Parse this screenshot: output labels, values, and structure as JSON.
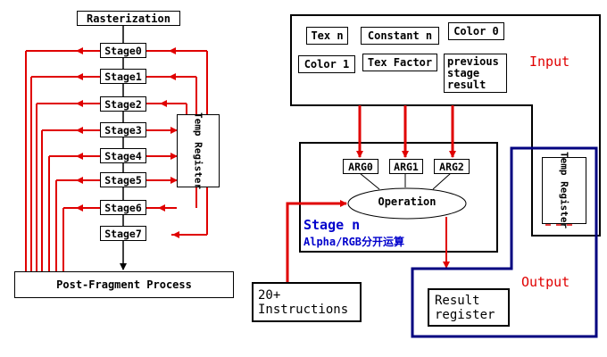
{
  "left": {
    "top_label": "Rasterization",
    "stages": [
      "Stage0",
      "Stage1",
      "Stage2",
      "Stage3",
      "Stage4",
      "Stage5",
      "Stage6",
      "Stage7"
    ],
    "temp_register": "Temp Register",
    "bottom_label": "Post-Fragment Process"
  },
  "right": {
    "inputs": {
      "tex_n": "Tex n",
      "constant_n": "Constant n",
      "color0": "Color 0",
      "color1": "Color 1",
      "tex_factor": "Tex Factor",
      "previous": [
        "previous",
        "stage",
        "result"
      ]
    },
    "input_label": "Input",
    "args": [
      "ARG0",
      "ARG1",
      "ARG2"
    ],
    "operation": "Operation",
    "stage_title": "Stage n",
    "stage_subtitle": "Alpha/RGB分开运算",
    "instructions": [
      "20+",
      "Instructions"
    ],
    "temp_register": "Temp Register",
    "result": [
      "Result",
      "register"
    ],
    "output_label": "Output"
  },
  "colors": {
    "arrow": "#e00000",
    "output_box": "#000080",
    "stage_text": "#0000cc"
  }
}
